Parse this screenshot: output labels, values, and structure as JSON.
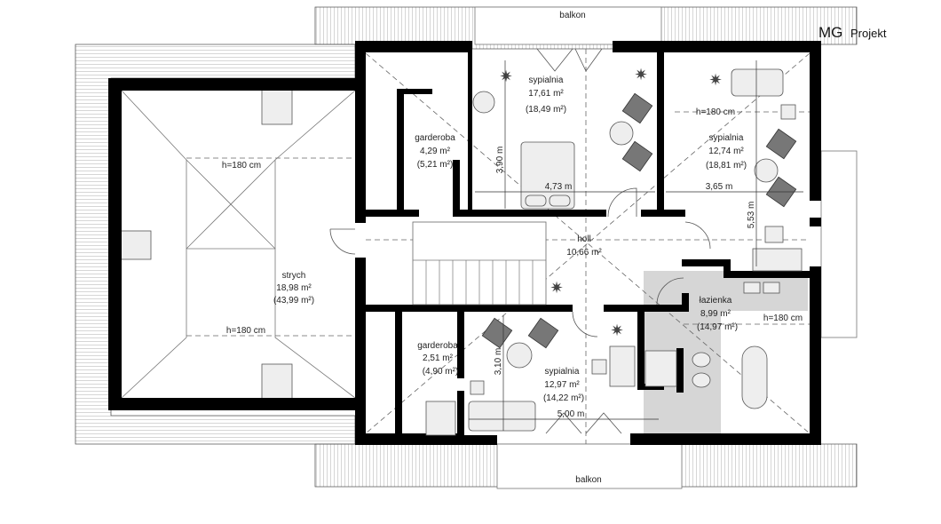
{
  "logo": {
    "mg": "MG",
    "projekt": "Projekt"
  },
  "rooms": {
    "balkon_top": "balkon",
    "balkon_bottom": "balkon",
    "bedroom1": {
      "name": "sypialnia",
      "area": "17,61 m²",
      "area_total": "(18,49 m²)"
    },
    "wardrobe1": {
      "name": "garderoba",
      "area": "4,29 m²",
      "area_total": "(5,21 m²)"
    },
    "bedroom2": {
      "name": "sypialnia",
      "area": "12,74 m²",
      "area_total": "(18,81 m²)"
    },
    "hall": {
      "name": "holl",
      "area": "10,66 m²"
    },
    "attic": {
      "name": "strych",
      "area": "18,98 m²",
      "area_total": "(43,99 m²)"
    },
    "bathroom": {
      "name": "łazienka",
      "area": "8,99 m²",
      "area_total": "(14,97 m²)"
    },
    "wardrobe2": {
      "name": "garderoba",
      "area": "2,51 m²",
      "area_total": "(4,90 m²)"
    },
    "bedroom3": {
      "name": "sypialnia",
      "area": "12,97 m²",
      "area_total": "(14,22 m²)"
    }
  },
  "heights": {
    "bedroom2": "h=180 cm",
    "attic_top": "h=180 cm",
    "attic_bottom": "h=180 cm",
    "bathroom": "h=180 cm"
  },
  "dimensions": {
    "bedroom1_depth": "3,90 m",
    "bedroom1_width": "4,73 m",
    "bedroom2_width": "3,65 m",
    "bedroom2_depth": "5,53 m",
    "bedroom3_depth": "3,10 m",
    "bedroom3_width": "5,00 m"
  }
}
